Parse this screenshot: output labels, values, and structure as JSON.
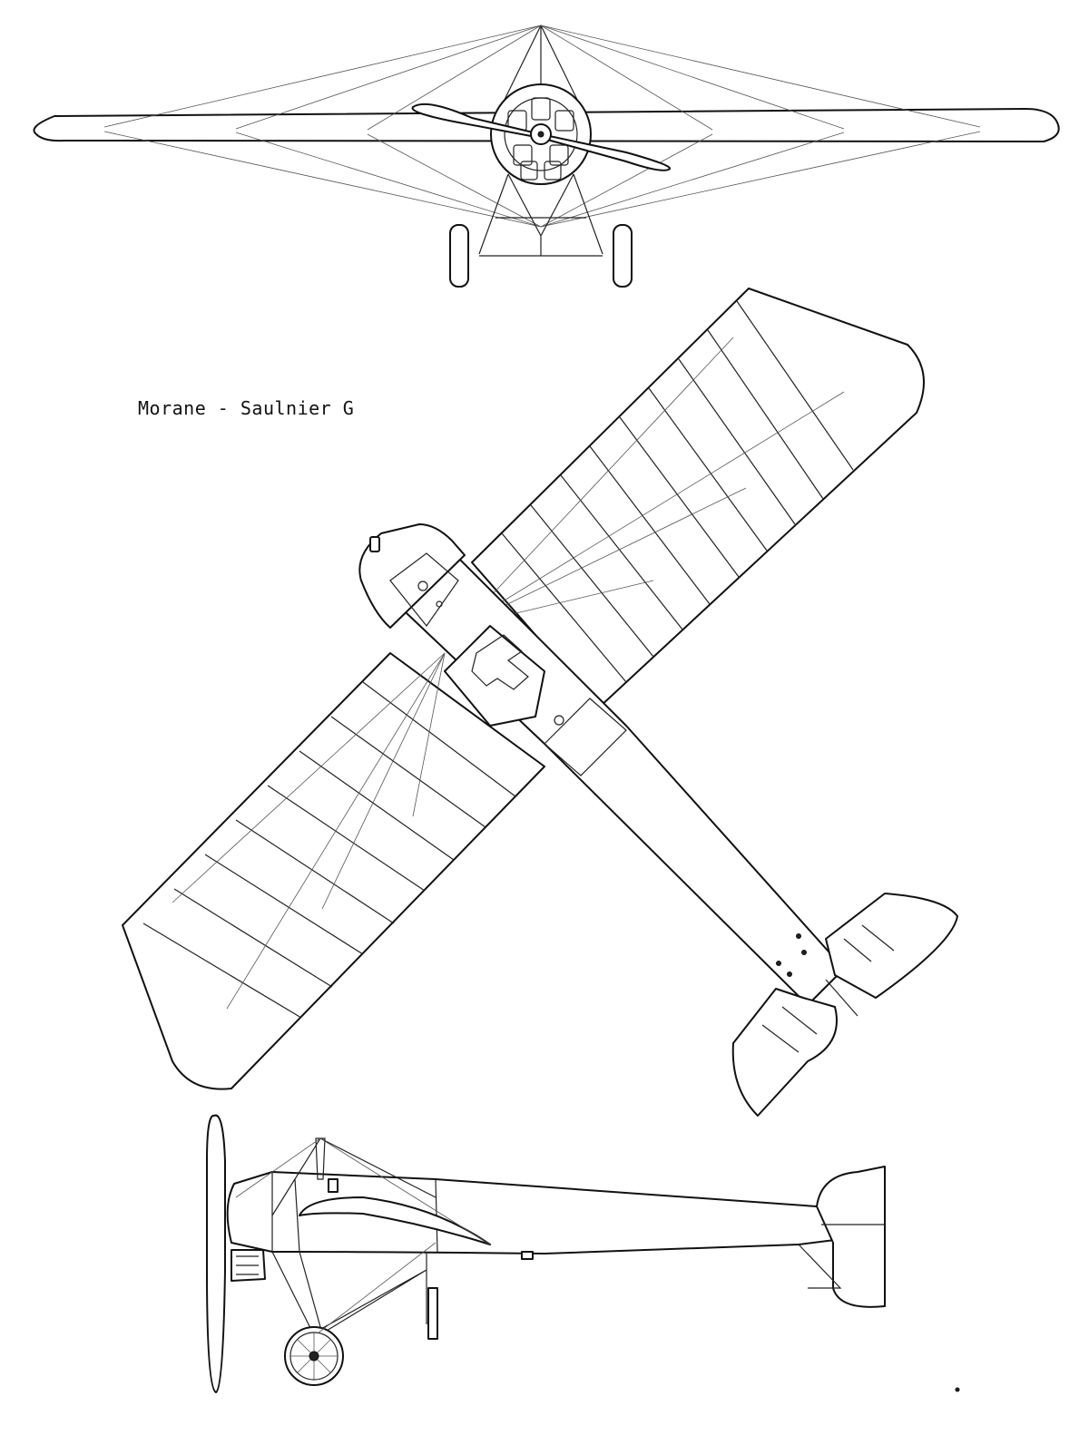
{
  "drawing": {
    "title": "Morane - Saulnier G",
    "views": [
      "front-view",
      "top-view",
      "side-view"
    ],
    "colors": {
      "ink": "#111111",
      "paper": "#ffffff"
    }
  }
}
